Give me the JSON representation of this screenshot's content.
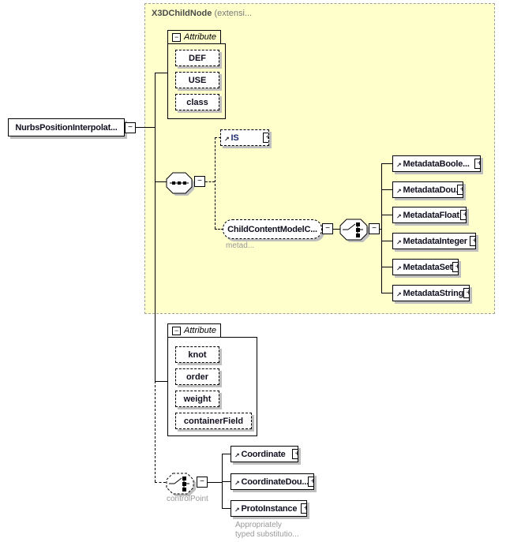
{
  "header": {
    "bold": "X3DChildNode",
    "rest": " (extensi..."
  },
  "root": {
    "label": "NurbsPositionInterpolat..."
  },
  "attr_group_1": {
    "title": "Attribute",
    "items": [
      "DEF",
      "USE",
      "class"
    ]
  },
  "is_element": {
    "label": "IS"
  },
  "child_content": {
    "label": "ChildContentModelC...",
    "caption": "metad..."
  },
  "metadata": [
    "MetadataBoole...",
    "MetadataDou...",
    "MetadataFloat",
    "MetadataInteger",
    "MetadataSet",
    "MetadataString"
  ],
  "attr_group_2": {
    "title": "Attribute",
    "items": [
      "knot",
      "order",
      "weight",
      "containerField"
    ]
  },
  "control_point": {
    "caption": "controlPoint",
    "items": [
      "Coordinate",
      "CoordinateDou...",
      "ProtoInstance"
    ],
    "note1": "Appropriately",
    "note2": "typed substitutio..."
  },
  "glyphs": {
    "plus": "+",
    "minus": "−",
    "arrow": "↗"
  },
  "colors": {
    "extension_bg": "#ffffcc",
    "shadow": "#bfbfbf",
    "element_text": "#101020",
    "caption": "#9a9a9a"
  }
}
